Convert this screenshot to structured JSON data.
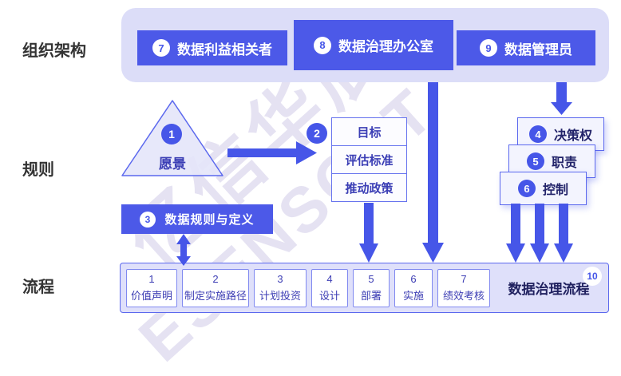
{
  "watermark": {
    "line1": "亿信华辰",
    "line2": "ESENSOFT"
  },
  "row_labels": {
    "org": "组织架构",
    "rules": "规则",
    "process": "流程"
  },
  "org_boxes": [
    {
      "num": "7",
      "label": "数据利益相关者"
    },
    {
      "num": "8",
      "label": "数据治理办公室"
    },
    {
      "num": "9",
      "label": "数据管理员"
    }
  ],
  "vision": {
    "num": "1",
    "label": "愿景"
  },
  "goals": {
    "num": "2",
    "items": [
      "目标",
      "评估标准",
      "推动政策"
    ]
  },
  "authority_boxes": [
    {
      "num": "4",
      "label": "决策权"
    },
    {
      "num": "5",
      "label": "职责"
    },
    {
      "num": "6",
      "label": "控制"
    }
  ],
  "data_rules": {
    "num": "3",
    "label": "数据规则与定义"
  },
  "process_flow": {
    "badge": "10",
    "title": "数据治理流程",
    "steps": [
      {
        "num": "1",
        "label": "价值声明"
      },
      {
        "num": "2",
        "label": "制定实施路径"
      },
      {
        "num": "3",
        "label": "计划投资"
      },
      {
        "num": "4",
        "label": "设计"
      },
      {
        "num": "5",
        "label": "部署"
      },
      {
        "num": "6",
        "label": "实施"
      },
      {
        "num": "7",
        "label": "绩效考核"
      }
    ]
  },
  "colors": {
    "accent_blue": "#4656e8",
    "box_blue": "#4c59e8",
    "panel_lavender": "#dcddf8",
    "flow_lavender": "#dfe0fa",
    "stack_border": "#6673ee",
    "ink_navy": "#23246a",
    "text_blue": "#3b3eb5",
    "label_dark": "#333333"
  }
}
